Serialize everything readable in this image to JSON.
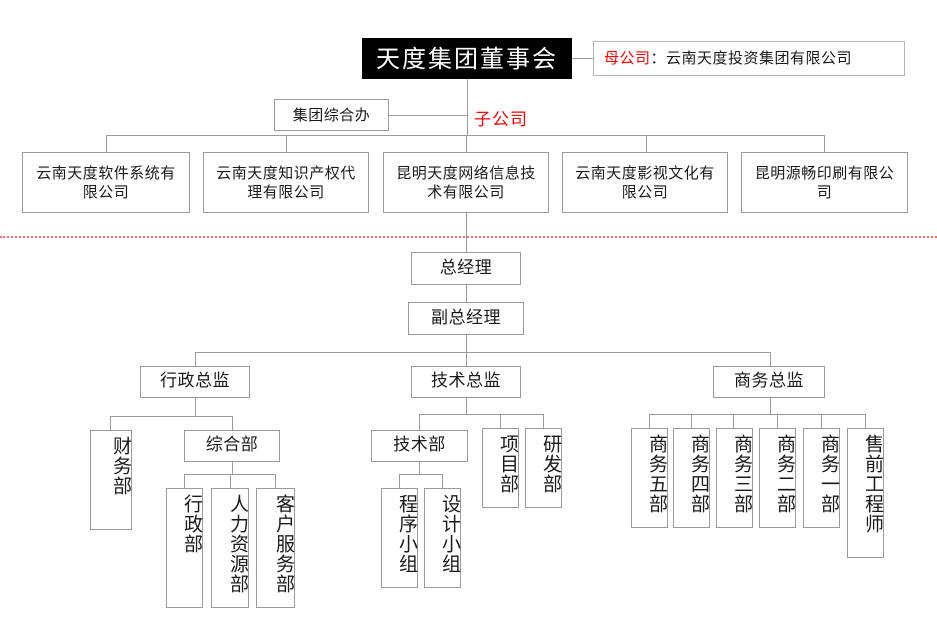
{
  "meta": {
    "title": "天度集团组织架构图",
    "colors": {
      "box_border": "#9a9a9a",
      "title_bg": "#000000",
      "title_fg": "#ffffff",
      "accent_red": "#ff0000",
      "divider": "#ff6b6b"
    }
  },
  "board": {
    "title": "天度集团董事会"
  },
  "parent_note": {
    "tag": "母公司",
    "separator": "：",
    "company": "云南天度投资集团有限公司"
  },
  "group_office": {
    "label": "集团综合办"
  },
  "subsidiary_label": "子公司",
  "subsidiaries": [
    {
      "label": "云南天度软件系统有限公司"
    },
    {
      "label": "云南天度知识产权代理有限公司"
    },
    {
      "label": "昆明天度网络信息技术有限公司"
    },
    {
      "label": "云南天度影视文化有限公司"
    },
    {
      "label": "昆明源畅印刷有限公司"
    }
  ],
  "management": {
    "general_manager": "总经理",
    "deputy_general_manager": "副总经理"
  },
  "directors": [
    {
      "label": "行政总监"
    },
    {
      "label": "技术总监"
    },
    {
      "label": "商务总监"
    }
  ],
  "admin_branch": {
    "finance": "财务部",
    "general_affairs": "综合部",
    "general_affairs_children": [
      {
        "label": "行政部"
      },
      {
        "label": "人力资源部"
      },
      {
        "label": "客户服务部"
      }
    ]
  },
  "tech_branch": {
    "tech_dept": "技术部",
    "tech_dept_children": [
      {
        "label": "程序小组"
      },
      {
        "label": "设计小组"
      }
    ],
    "siblings": [
      {
        "label": "项目部"
      },
      {
        "label": "研发部"
      }
    ]
  },
  "business_branch": {
    "units": [
      {
        "label": "商务五部"
      },
      {
        "label": "商务四部"
      },
      {
        "label": "商务三部"
      },
      {
        "label": "商务二部"
      },
      {
        "label": "商务一部"
      },
      {
        "label": "售前工程师"
      }
    ]
  }
}
